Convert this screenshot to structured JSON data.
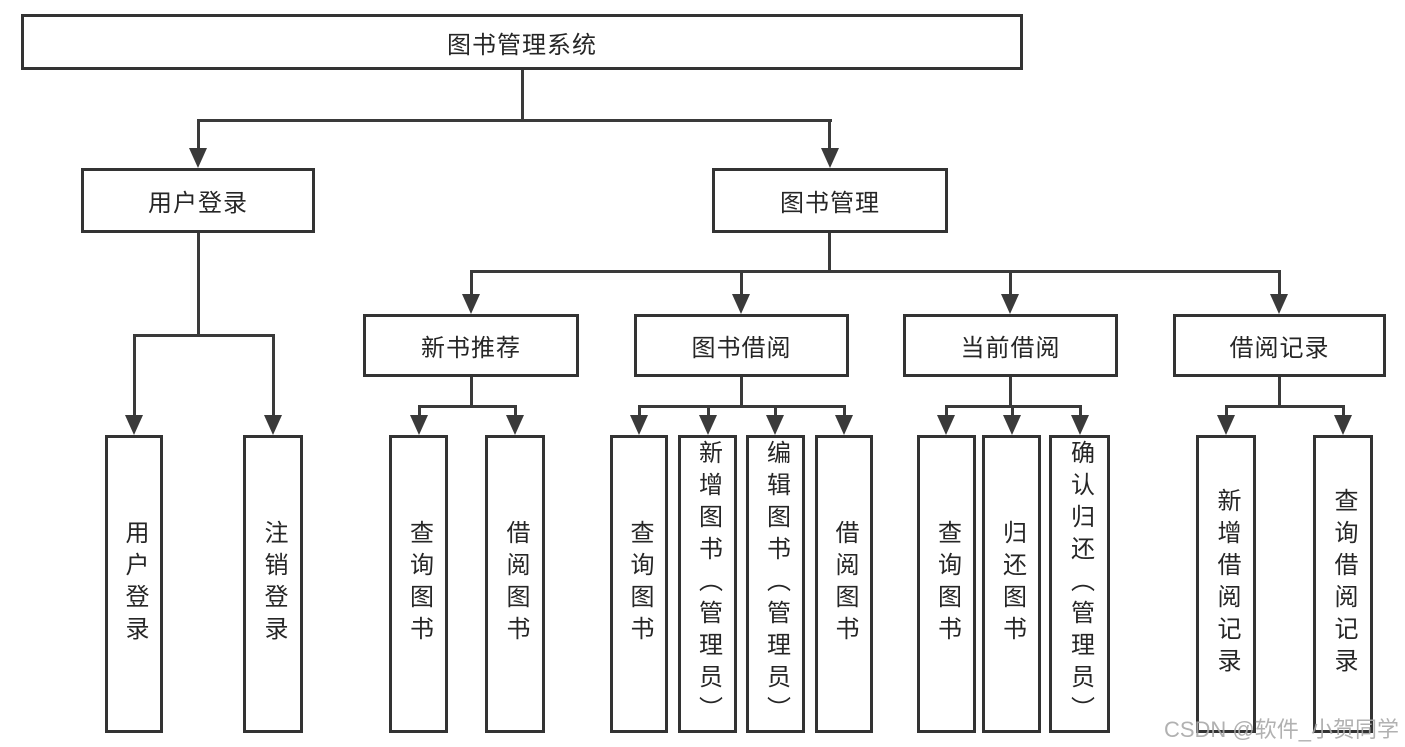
{
  "tree": {
    "root": {
      "label": "图书管理系统"
    },
    "children": [
      {
        "label": "用户登录",
        "children": [
          {
            "label": "用户登录"
          },
          {
            "label": "注销登录"
          }
        ]
      },
      {
        "label": "图书管理",
        "children": [
          {
            "label": "新书推荐",
            "children": [
              {
                "label": "查询图书"
              },
              {
                "label": "借阅图书"
              }
            ]
          },
          {
            "label": "图书借阅",
            "children": [
              {
                "label": "查询图书"
              },
              {
                "label": "新增图书（管理员）"
              },
              {
                "label": "编辑图书（管理员）"
              },
              {
                "label": "借阅图书"
              }
            ]
          },
          {
            "label": "当前借阅",
            "children": [
              {
                "label": "查询图书"
              },
              {
                "label": "归还图书"
              },
              {
                "label": "确认归还（管理员）"
              }
            ]
          },
          {
            "label": "借阅记录",
            "children": [
              {
                "label": "新增借阅记录"
              },
              {
                "label": "查询借阅记录"
              }
            ]
          }
        ]
      }
    ]
  },
  "watermark": "CSDN @软件_小贺同学",
  "colors": {
    "line": "#3a3a3a",
    "box_border": "#333333",
    "text": "#262626",
    "watermark": "#a8a8a8",
    "background": "#ffffff"
  }
}
